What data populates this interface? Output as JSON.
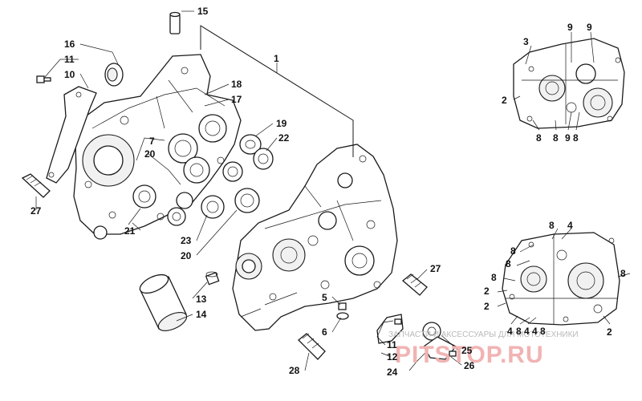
{
  "labels": {
    "l1": "1",
    "l2": "2",
    "l3": "3",
    "l4": "4",
    "l5": "5",
    "l6": "6",
    "l7": "7",
    "l8": "8",
    "l9": "9",
    "l10": "10",
    "l11": "11",
    "l12": "12",
    "l13": "13",
    "l14": "14",
    "l15": "15",
    "l16": "16",
    "l17": "17",
    "l18": "18",
    "l19": "19",
    "l20": "20",
    "l21": "21",
    "l22": "22",
    "l23": "23",
    "l24": "24",
    "l25": "25",
    "l26": "26",
    "l27": "27",
    "l28": "28"
  },
  "watermark": {
    "caption": "ЗАПЧАСТИ И АКСЕССУАРЫ ДЛЯ МОТОТЕХНИКИ",
    "brand": "PITSTOP.RU"
  },
  "colors": {
    "line": "#1a1a1a",
    "watermark_red": "#f1b3b3",
    "watermark_gray": "#b9b9b9"
  }
}
